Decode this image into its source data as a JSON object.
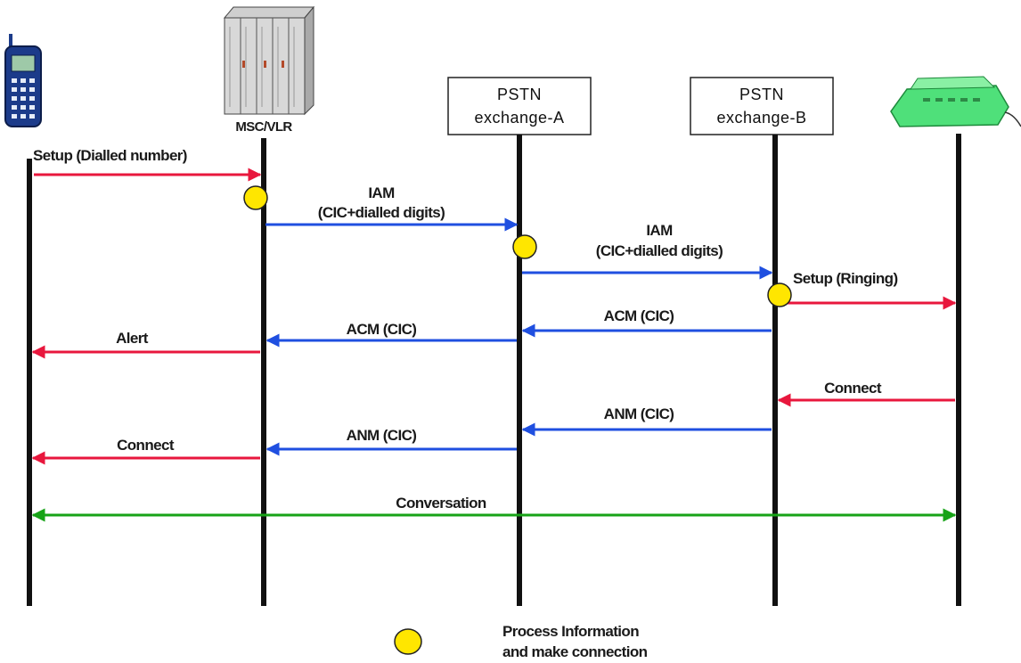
{
  "colors": {
    "lifeline": "#111111",
    "mobile_side": "#e8173d",
    "network": "#1f4fe0",
    "conversation": "#17a317",
    "process_dot": "#ffe600"
  },
  "entities": {
    "mobile": {
      "icon": "mobile-phone-icon"
    },
    "msc": {
      "icon": "server-rack-icon",
      "label": "MSC/VLR"
    },
    "exchange_a": {
      "line1": "PSTN",
      "line2": "exchange-A"
    },
    "exchange_b": {
      "line1": "PSTN",
      "line2": "exchange-B"
    },
    "phone": {
      "icon": "desk-telephone-icon"
    }
  },
  "messages": {
    "setup_dialled": "Setup (Dialled number)",
    "iam1_line1": "IAM",
    "iam1_line2": "(CIC+dialled digits)",
    "iam2_line1": "IAM",
    "iam2_line2": "(CIC+dialled digits)",
    "setup_ringing": "Setup (Ringing)",
    "acm_b_a": "ACM (CIC)",
    "acm_a_msc": "ACM (CIC)",
    "alert": "Alert",
    "connect_phone_b": "Connect",
    "anm_b_a": "ANM (CIC)",
    "anm_a_msc": "ANM (CIC)",
    "connect_msc_mobile": "Connect",
    "conversation": "Conversation"
  },
  "legend": {
    "line1": "Process Information",
    "line2": "and make connection"
  }
}
